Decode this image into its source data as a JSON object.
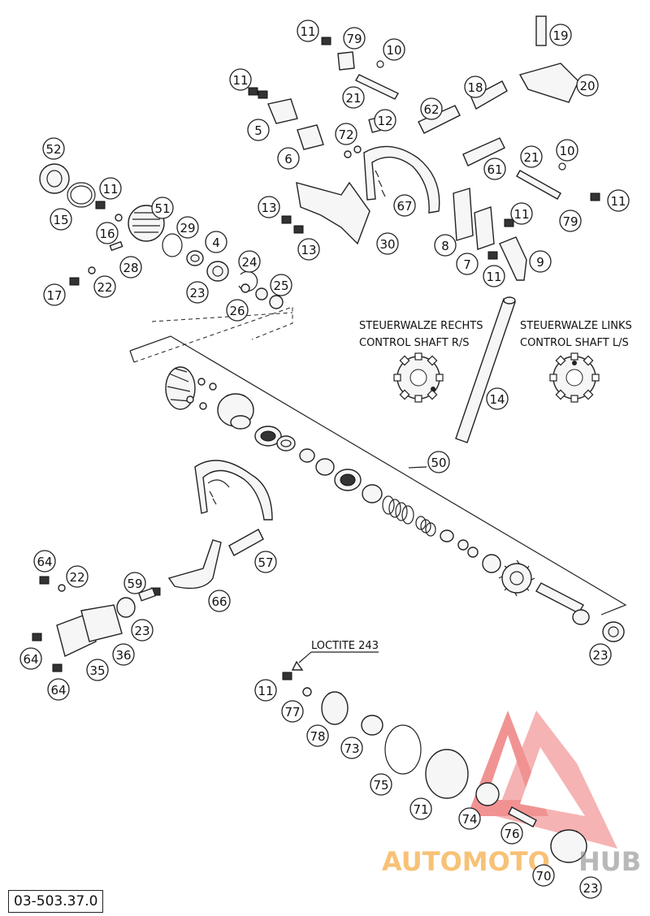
{
  "diagram_code": "03-503.37.0",
  "annotations": {
    "right_title_de": "STEUERWALZE RECHTS",
    "right_title_en": "CONTROL SHAFT R/S",
    "left_title_de": "STEUERWALZE LINKS",
    "left_title_en": "CONTROL SHAFT L/S",
    "loctite": "LOCTITE 243"
  },
  "watermark": {
    "text_left": "AUTOMOTO",
    "text_right": "HUB",
    "accent_color": "#e63b3b",
    "orange": "#f29a1d"
  },
  "callouts": [
    {
      "id": "c11a",
      "text": "11"
    },
    {
      "id": "c79a",
      "text": "79"
    },
    {
      "id": "c10a",
      "text": "10"
    },
    {
      "id": "c19",
      "text": "19"
    },
    {
      "id": "c11b",
      "text": "11"
    },
    {
      "id": "c21a",
      "text": "21"
    },
    {
      "id": "c20",
      "text": "20"
    },
    {
      "id": "c18",
      "text": "18"
    },
    {
      "id": "c62",
      "text": "62"
    },
    {
      "id": "c12",
      "text": "12"
    },
    {
      "id": "c5",
      "text": "5"
    },
    {
      "id": "c72",
      "text": "72"
    },
    {
      "id": "c6",
      "text": "6"
    },
    {
      "id": "c52",
      "text": "52"
    },
    {
      "id": "c21b",
      "text": "21"
    },
    {
      "id": "c10b",
      "text": "10"
    },
    {
      "id": "c61",
      "text": "61"
    },
    {
      "id": "c11c",
      "text": "11"
    },
    {
      "id": "c67",
      "text": "67"
    },
    {
      "id": "c13a",
      "text": "13"
    },
    {
      "id": "c15",
      "text": "15"
    },
    {
      "id": "c16",
      "text": "16"
    },
    {
      "id": "c51",
      "text": "51"
    },
    {
      "id": "c11d",
      "text": "11"
    },
    {
      "id": "c79b",
      "text": "79"
    },
    {
      "id": "c11e",
      "text": "11"
    },
    {
      "id": "c29",
      "text": "29"
    },
    {
      "id": "c13b",
      "text": "13"
    },
    {
      "id": "c30",
      "text": "30"
    },
    {
      "id": "c8",
      "text": "8"
    },
    {
      "id": "c4",
      "text": "4"
    },
    {
      "id": "c28",
      "text": "28"
    },
    {
      "id": "c24",
      "text": "24"
    },
    {
      "id": "c7",
      "text": "7"
    },
    {
      "id": "c9",
      "text": "9"
    },
    {
      "id": "c11f",
      "text": "11"
    },
    {
      "id": "c22a",
      "text": "22"
    },
    {
      "id": "c25",
      "text": "25"
    },
    {
      "id": "c17",
      "text": "17"
    },
    {
      "id": "c23a",
      "text": "23"
    },
    {
      "id": "c26",
      "text": "26"
    },
    {
      "id": "c14",
      "text": "14"
    },
    {
      "id": "c50",
      "text": "50"
    },
    {
      "id": "c57",
      "text": "57"
    },
    {
      "id": "c64a",
      "text": "64"
    },
    {
      "id": "c22b",
      "text": "22"
    },
    {
      "id": "c59",
      "text": "59"
    },
    {
      "id": "c66",
      "text": "66"
    },
    {
      "id": "c23b",
      "text": "23"
    },
    {
      "id": "c36",
      "text": "36"
    },
    {
      "id": "c64b",
      "text": "64"
    },
    {
      "id": "c35",
      "text": "35"
    },
    {
      "id": "c64c",
      "text": "64"
    },
    {
      "id": "c23c",
      "text": "23"
    },
    {
      "id": "c11g",
      "text": "11"
    },
    {
      "id": "c77",
      "text": "77"
    },
    {
      "id": "c78",
      "text": "78"
    },
    {
      "id": "c73",
      "text": "73"
    },
    {
      "id": "c75",
      "text": "75"
    },
    {
      "id": "c71",
      "text": "71"
    },
    {
      "id": "c74",
      "text": "74"
    },
    {
      "id": "c76",
      "text": "76"
    },
    {
      "id": "c70",
      "text": "70"
    },
    {
      "id": "c23d",
      "text": "23"
    }
  ]
}
